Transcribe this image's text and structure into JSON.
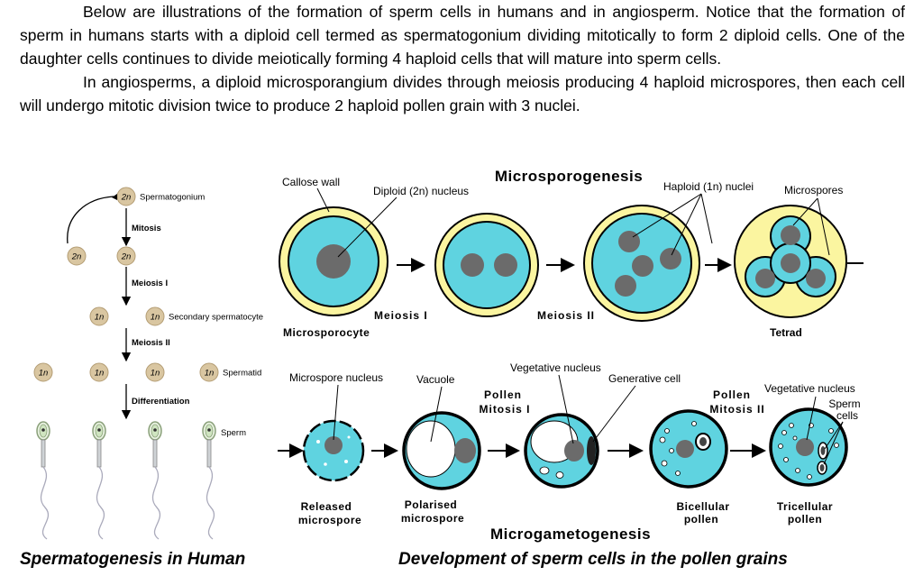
{
  "intro": {
    "p1": "Below are illustrations of the formation of sperm cells in humans and in angiosperm. Notice that the formation of sperm in humans starts with a diploid cell termed as spermatogonium dividing mitotically to form 2 diploid cells. One of the daughter cells continues to divide meiotically forming 4 haploid cells that will mature into sperm cells.",
    "p2": "In angiosperms, a diploid microsporangium divides through meiosis producing 4 haploid microspores, then each cell will undergo mitotic division twice to produce 2 haploid pollen grain with 3 nuclei."
  },
  "human": {
    "caption": "Spermatogenesis in Human",
    "ploidy_2n": "2n",
    "ploidy_1n": "1n",
    "spermatogonium": "Spermatogonium",
    "mitosis": "Mitosis",
    "meiosis1": "Meiosis I",
    "secondary": "Secondary spermatocyte",
    "meiosis2": "Meiosis II",
    "spermatid": "Spermatid",
    "differentiation": "Differentiation",
    "sperm": "Sperm"
  },
  "plant": {
    "caption": "Development of sperm cells in the pollen grains",
    "microsporogenesis": "Microsporogenesis",
    "microgametogenesis": "Microgametogenesis",
    "callose_wall": "Callose wall",
    "diploid_nucleus": "Diploid (2n) nucleus",
    "haploid_nuclei": "Haploid (1n) nuclei",
    "microspores": "Microspores",
    "meiosis1": "Meiosis I",
    "meiosis2": "Meiosis II",
    "microsporocyte": "Microsporocyte",
    "tetrad": "Tetrad",
    "microspore_nucleus": "Microspore nucleus",
    "vacuole": "Vacuole",
    "vegetative_nucleus": "Vegetative nucleus",
    "generative_cell": "Generative cell",
    "pollen_mitosis1_a": "Pollen",
    "pollen_mitosis1_b": "Mitosis I",
    "pollen_mitosis2_a": "Pollen",
    "pollen_mitosis2_b": "Mitosis II",
    "vegetative_nucleus2": "Vegetative nucleus",
    "sperm_cells_a": "Sperm",
    "sperm_cells_b": "cells",
    "released_a": "Released",
    "released_b": "microspore",
    "polarised_a": "Polarised",
    "polarised_b": "microspore",
    "bicellular_a": "Bicellular",
    "bicellular_b": "pollen",
    "tricellular_a": "Tricellular",
    "tricellular_b": "pollen"
  },
  "colors": {
    "cell_cyan": "#5fd3e0",
    "wall_yellow": "#fbf5a0",
    "nucleus_gray": "#6b6b6b",
    "human_cell": "#d9c6a1"
  }
}
